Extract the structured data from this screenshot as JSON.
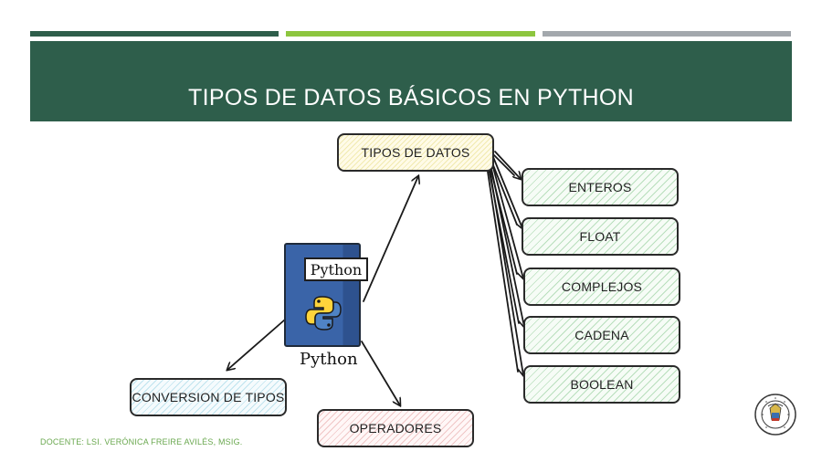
{
  "slide": {
    "title": "TIPOS DE DATOS BÁSICOS EN PYTHON",
    "footer": "DOCENTE: LSI. VERÓNICA FREIRE AVILÉS, MSIG."
  },
  "colors": {
    "banner": "#2e5e4b",
    "stripe_1": "#2e5e4b",
    "stripe_2": "#8dc63f",
    "stripe_3": "#a3a8ad",
    "footer_text": "#6aa84f"
  },
  "diagram": {
    "root": "TIPOS DE DATOS",
    "types": [
      "ENTEROS",
      "FLOAT",
      "COMPLEJOS",
      "CADENA",
      "BOOLEAN"
    ],
    "conversion": "CONVERSION DE TIPOS",
    "operators": "OPERADORES",
    "python_book_label": "Python",
    "python_caption": "Python"
  }
}
